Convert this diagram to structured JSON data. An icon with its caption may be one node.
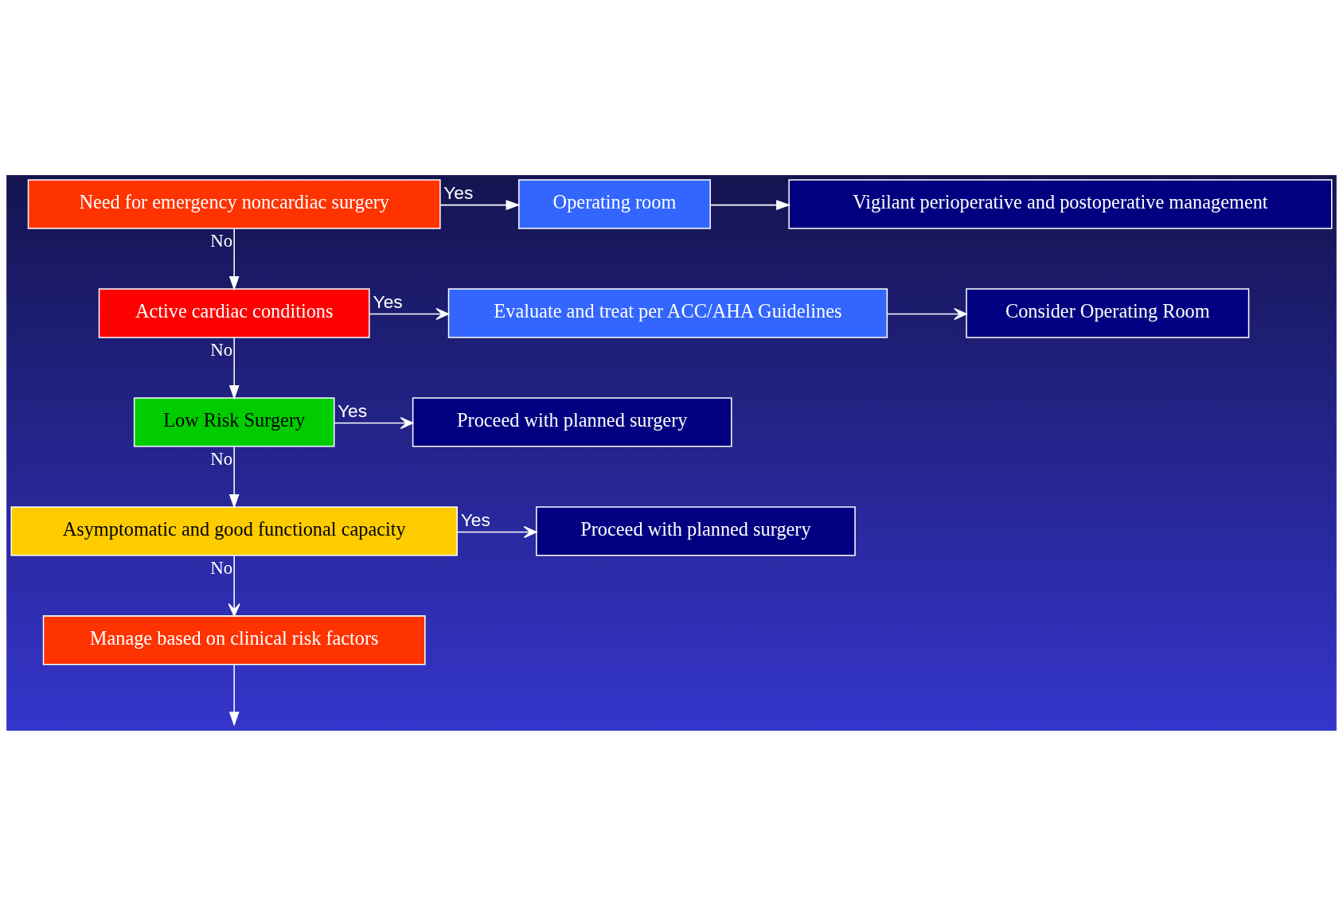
{
  "diagram": {
    "nodes": [
      {
        "text": [
          "Need for emergency noncardiac surgery"
        ]
      },
      {
        "text": [
          "Operating room"
        ]
      },
      {
        "text": [
          "Vigilant perioperative and postoperative management"
        ]
      },
      {
        "text": [
          "Active cardiac conditions"
        ]
      },
      {
        "text": [
          "Evaluate and treat per ACC/AHA Guidelines"
        ]
      },
      {
        "text": [
          "Consider Operating Room"
        ]
      },
      {
        "text": [
          "Low Risk Surgery"
        ]
      },
      {
        "text": [
          "Proceed with planned surgery"
        ]
      },
      {
        "text": [
          "Asymptomatic and good functional capacity"
        ]
      },
      {
        "text": [
          "Proceed with planned surgery"
        ]
      },
      {
        "text": [
          "Manage based on clinical risk factors"
        ]
      }
    ],
    "edges": [
      {
        "from": 0,
        "to": 1,
        "arrow": "to",
        "label": "Yes"
      },
      {
        "from": 1,
        "to": 2,
        "arrow": "to"
      },
      {
        "from": 0,
        "to": 3,
        "arrow": "to",
        "label": "No"
      },
      {
        "from": 3,
        "to": 4,
        "arrow": "to",
        "label": "Yes"
      },
      {
        "from": 4,
        "to": 5,
        "arrow": "to"
      },
      {
        "from": 3,
        "to": 6,
        "arrow": "to",
        "label": "No"
      },
      {
        "from": 6,
        "to": 7,
        "arrow": "to",
        "label": "Yes"
      },
      {
        "from": 6,
        "to": 8,
        "arrow": "to",
        "label": "No"
      },
      {
        "from": 8,
        "to": 9,
        "arrow": "to",
        "label": "Yes"
      },
      {
        "from": 8,
        "to": 10,
        "arrow": "to",
        "label": "No"
      },
      {
        "from": 10,
        "to": null,
        "arrow": "to"
      }
    ]
  }
}
